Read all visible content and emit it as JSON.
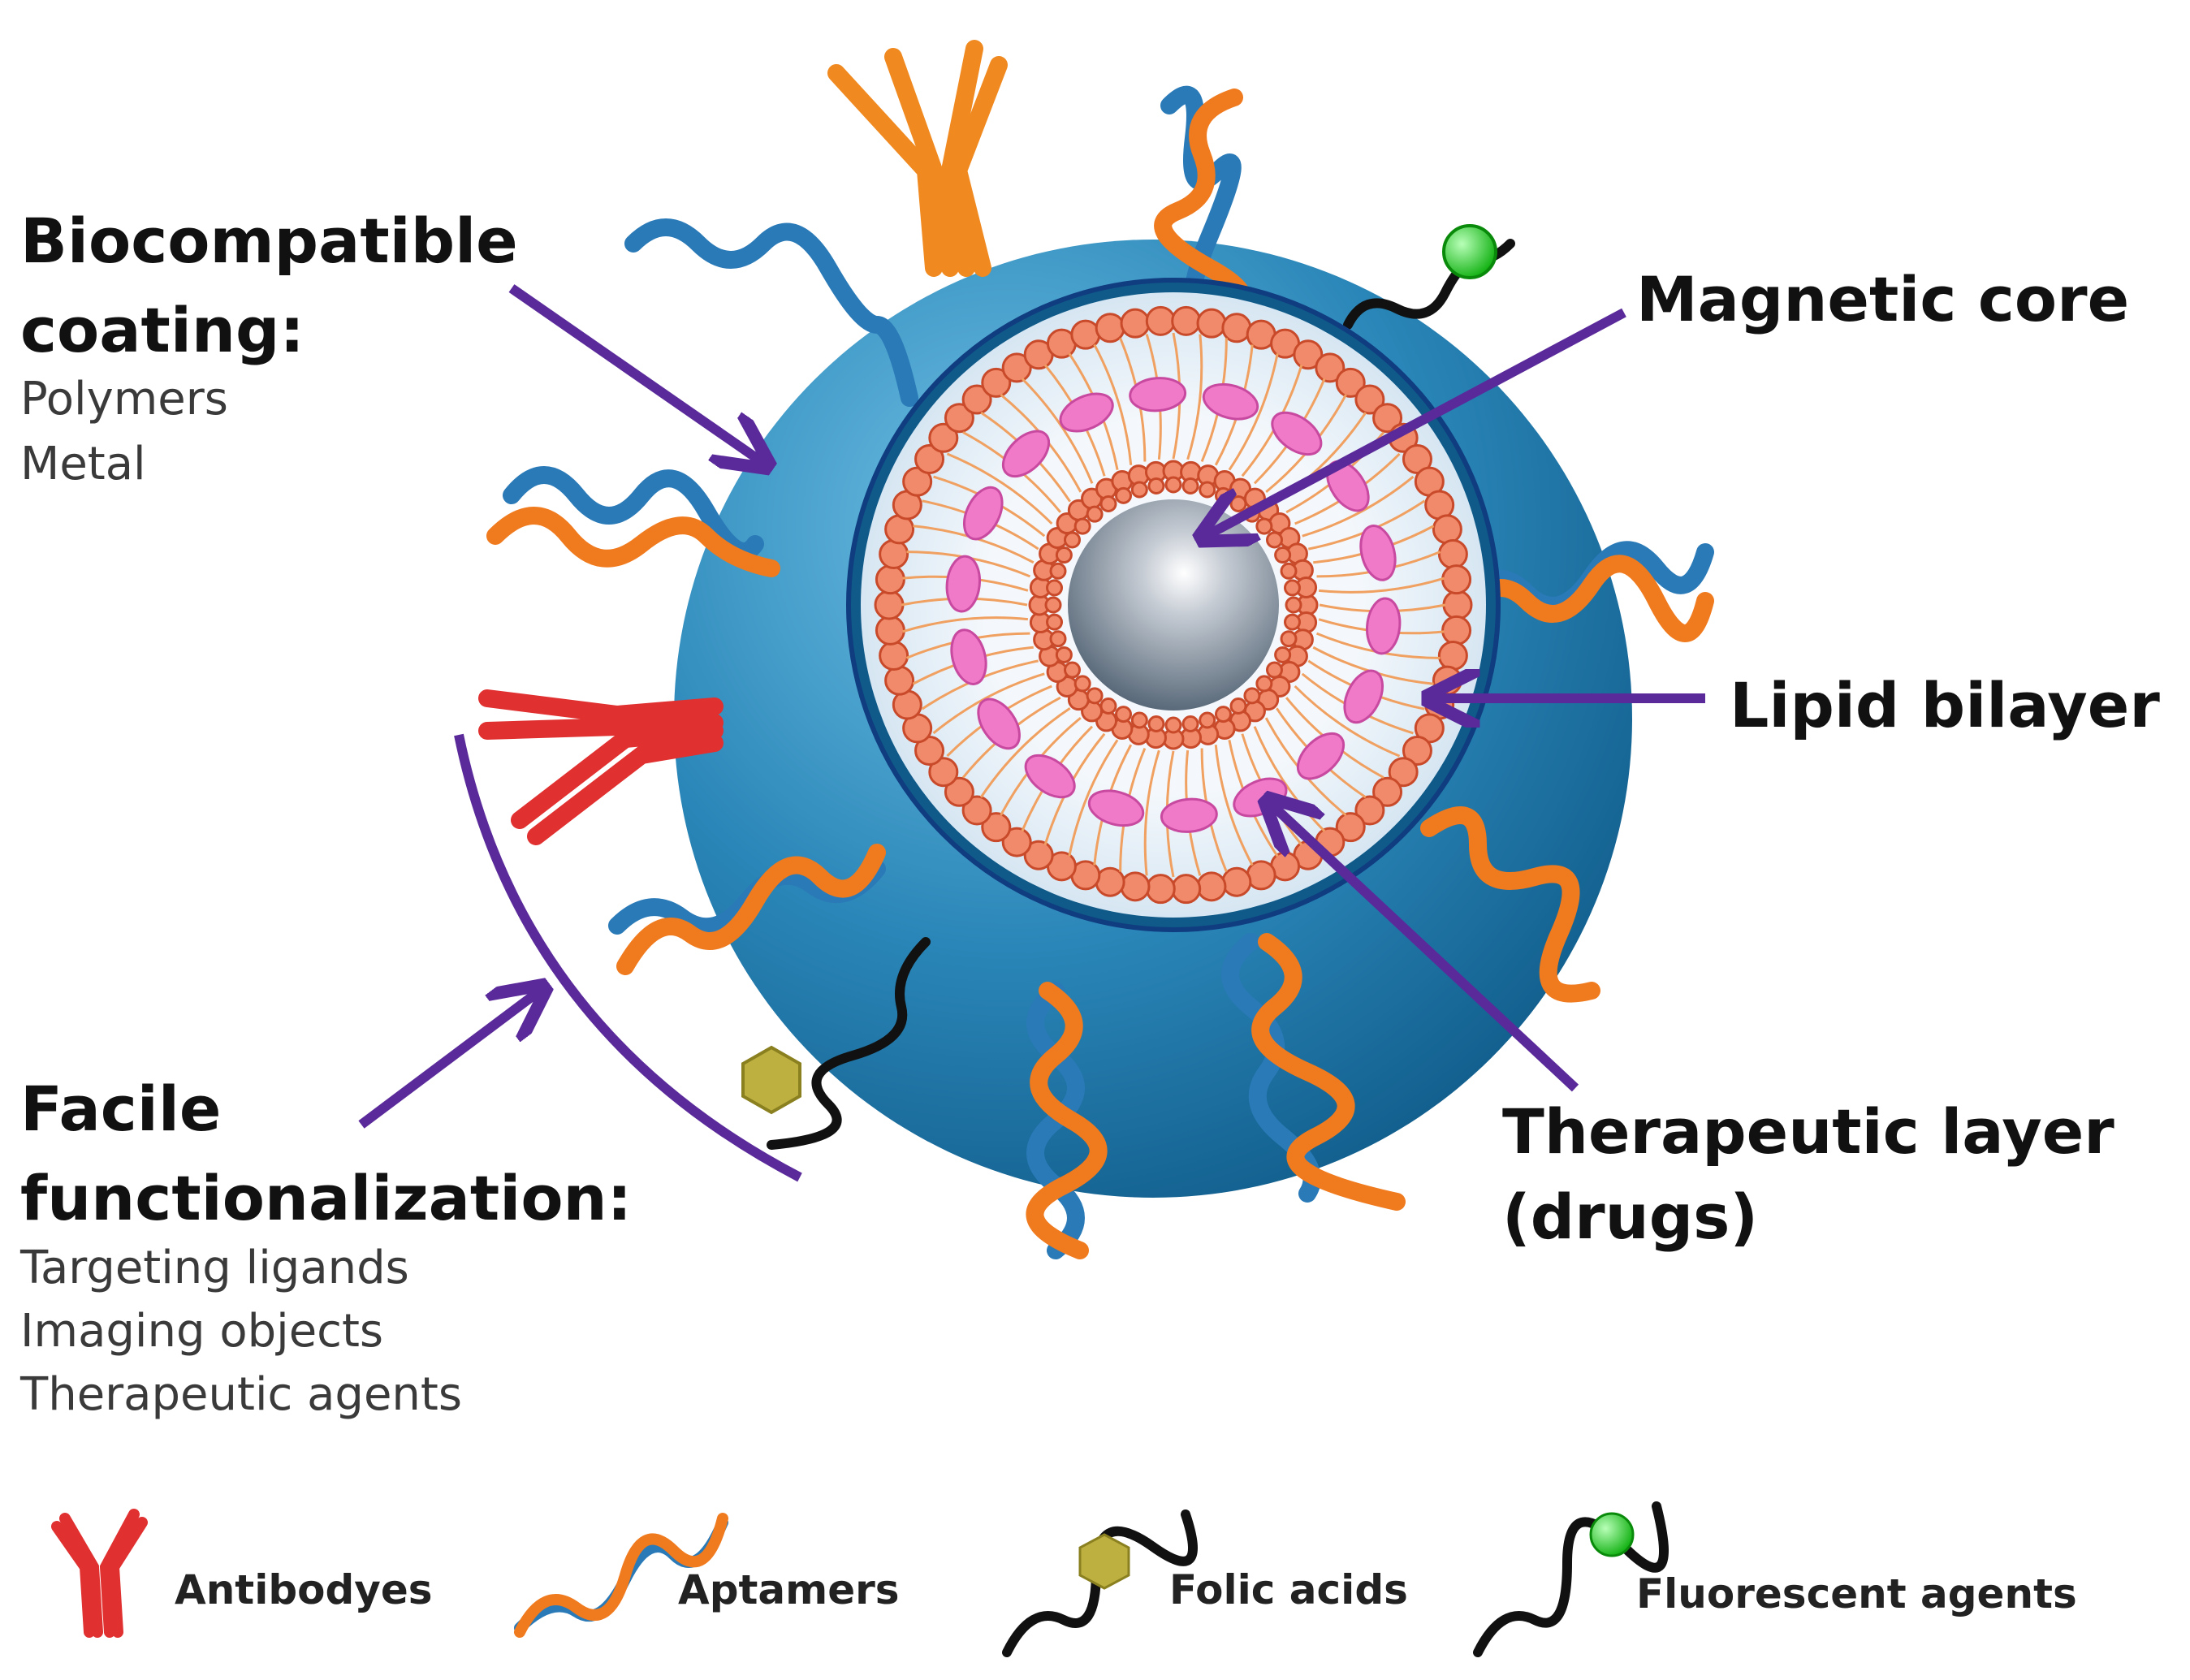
{
  "labels": {
    "biocompatible_title_1": "Biocompatible",
    "biocompatible_title_2": "coating:",
    "biocompatible_items": [
      "Polymers",
      "Metal"
    ],
    "magnetic_core": "Magnetic core",
    "lipid_bilayer": "Lipid bilayer",
    "therapeutic_layer_1": "Therapeutic layer",
    "therapeutic_layer_2": "(drugs)",
    "facile_title_1": "Facile",
    "facile_title_2": "functionalization:",
    "facile_items": [
      "Targeting ligands",
      "Imaging objects",
      "Therapeutic agents"
    ]
  },
  "legend": [
    {
      "icon": "antibody-icon",
      "label": "Antibodyes"
    },
    {
      "icon": "aptamer-icon",
      "label": "Aptamers"
    },
    {
      "icon": "folic-acid-icon",
      "label": "Folic acids"
    },
    {
      "icon": "fluorescent-agent-icon",
      "label": "Fluorescent agents"
    }
  ],
  "colors": {
    "coating": "#1f7fb0",
    "arrow": "#5a2a9a",
    "aptamer_orange": "#f07a1e",
    "aptamer_blue": "#2a7ab8",
    "antibody_orange": "#f08a20",
    "antibody_red": "#e03030",
    "lipid_head": "#f08a6a",
    "drug": "#f07ac8",
    "folic": "#bdb040",
    "fluor": "#22cc22"
  }
}
